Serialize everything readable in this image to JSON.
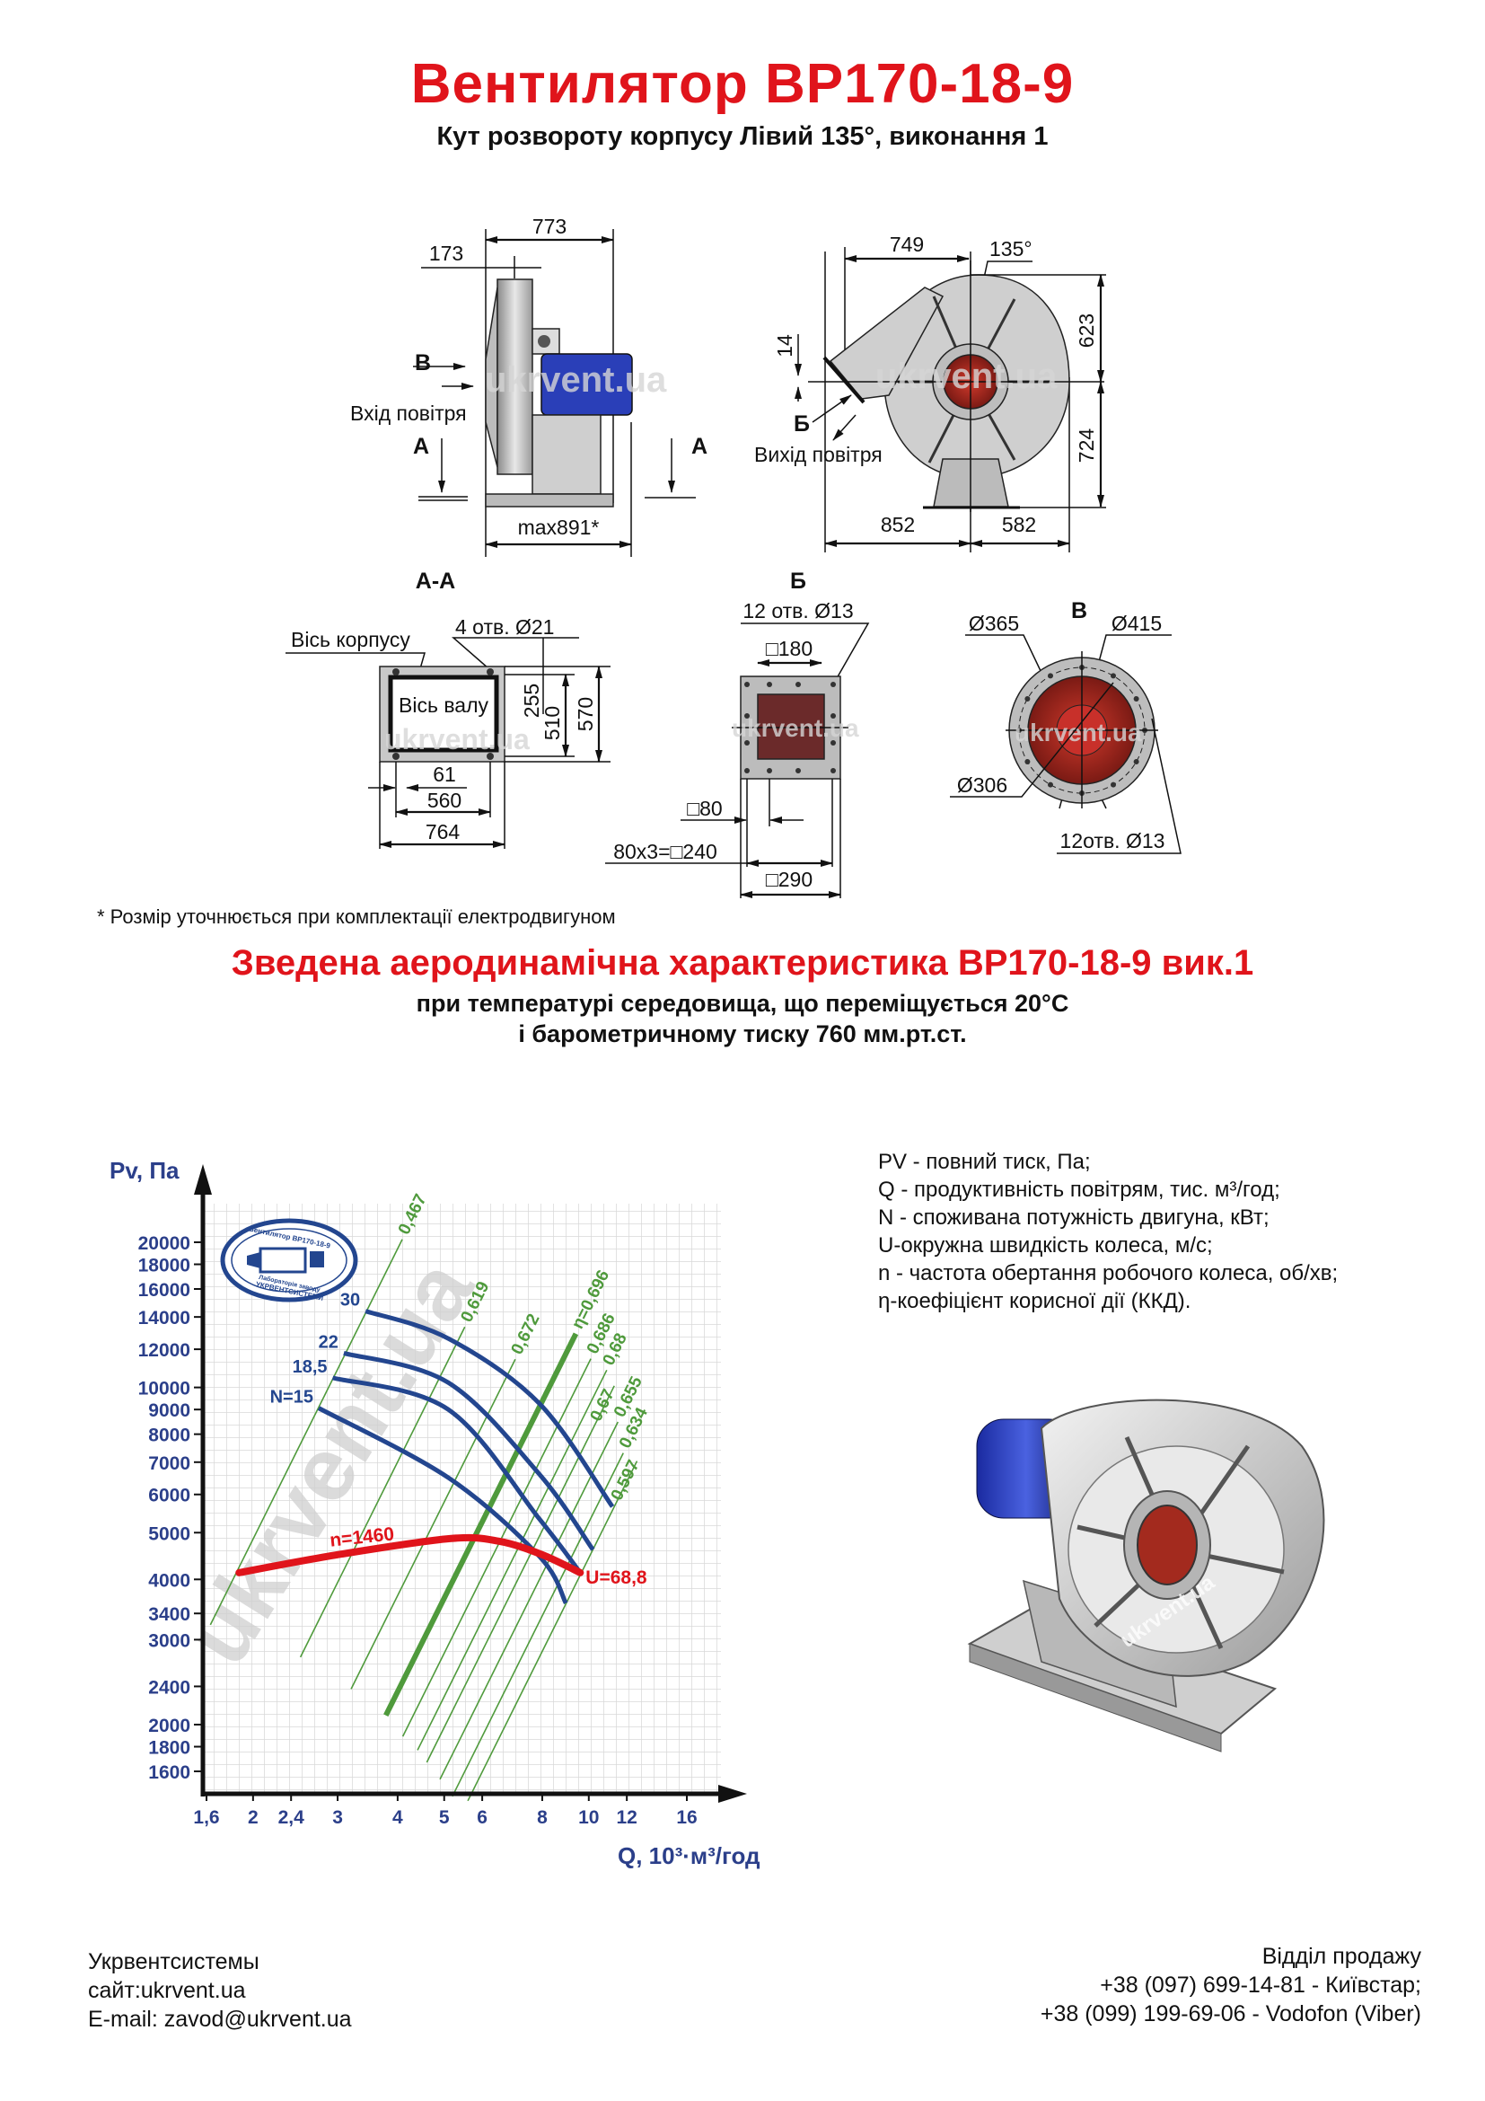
{
  "header": {
    "title": "Вентилятор ВР170-18-9",
    "subtitle": "Кут розвороту корпусу Лівий 135°, виконання 1"
  },
  "drawings": {
    "side_view": {
      "dim_width": "773",
      "dim_inlet": "173",
      "dim_max": "max891*",
      "label_b": "В",
      "air_in": "Вхід повітря",
      "label_a_left": "А",
      "label_a_right": "А",
      "watermark": "ukrvent.ua"
    },
    "front_view": {
      "dim_749": "749",
      "angle": "135°",
      "dim_623": "623",
      "dim_724": "724",
      "dim_14": "14",
      "dim_852": "852",
      "dim_582": "582",
      "label_b_cyr": "Б",
      "air_out": "Вихід повітря",
      "watermark": "ukrvent.ua"
    },
    "section_aa": {
      "title": "А-А",
      "body_axis": "Вісь корпусу",
      "holes": "4 отв.  Ø21",
      "shaft_axis": "Вісь валу",
      "dim_255": "255",
      "dim_510": "510",
      "dim_570": "570",
      "dim_61": "61",
      "dim_560": "560",
      "dim_764": "764",
      "watermark": "ukrvent.ua"
    },
    "flange_b": {
      "title": "Б",
      "holes": "12 отв. Ø13",
      "dim_180": "□180",
      "dim_80": "□80",
      "dim_240": "80x3=□240",
      "dim_290": "□290",
      "watermark": "ukrvent.ua"
    },
    "flange_v": {
      "title": "В",
      "d365": "Ø365",
      "d415": "Ø415",
      "d306": "Ø306",
      "holes": "12отв. Ø13",
      "watermark": "ukrvent.ua"
    }
  },
  "footnote": "* Розмір уточнюється при комплектації електродвигуном",
  "aero": {
    "title": "Зведена аеродинамічна характеристика ВР170-18-9 вик.1",
    "line1": "при температурі середовища, що переміщується 20°С",
    "line2": "і барометричному тиску 760 мм.рт.ст."
  },
  "legend": [
    "PV - повний тиск, Па;",
    "Q - продуктивність повітрям, тис. м³/год;",
    "N - споживана потужність двигуна, кВт;",
    "U-окружна швидкість колеса, м/с;",
    "n - частота обертання робочого колеса, об/хв;",
    "η-коефіцієнт корисної дії (ККД)."
  ],
  "product_image": {
    "watermark": "ukrvent.ua"
  },
  "footer": {
    "company": "Укрвентсистемы",
    "site": "сайт:ukrvent.ua",
    "email": "E-mail: zavod@ukrvent.ua",
    "sales": "Відділ продажу",
    "phone1": "+38 (097) 699-14-81 - Київстар;",
    "phone2": "+38 (099) 199-69-06 - Vodofon (Viber)"
  },
  "colors": {
    "red": "#e0141b",
    "blue": "#23468f",
    "green": "#4f9a3c",
    "axis_text": "#2b3f8a"
  },
  "chart_data": {
    "type": "line",
    "xscale": "log",
    "yscale": "log",
    "xlabel": "Q, 10³·м³/год",
    "ylabel": "Pv, Па",
    "xlim": [
      1.6,
      17
    ],
    "ylim": [
      1500,
      24000
    ],
    "grid": true,
    "xticks": [
      1.6,
      2,
      2.4,
      3,
      4,
      5,
      6,
      8,
      10,
      12,
      16
    ],
    "xtick_labels": [
      "1,6",
      "2",
      "2,4",
      "3",
      "4",
      "5",
      "6",
      "8",
      "10",
      "12",
      "16"
    ],
    "yticks": [
      1600,
      1800,
      2000,
      2400,
      3000,
      3400,
      4000,
      5000,
      6000,
      7000,
      8000,
      9000,
      10000,
      12000,
      14000,
      16000,
      18000,
      20000
    ],
    "ytick_labels": [
      "1600",
      "1800",
      "2000",
      "2400",
      "3000",
      "3400",
      "4000",
      "5000",
      "6000",
      "7000",
      "8000",
      "9000",
      "10000",
      "12000",
      "14000",
      "16000",
      "18000",
      "20000"
    ],
    "pressure_curve": {
      "label": "n=1460",
      "end_label": "U=68,8",
      "points": [
        [
          1.87,
          4130
        ],
        [
          3.0,
          4500
        ],
        [
          5.14,
          4860
        ],
        [
          6.5,
          4800
        ],
        [
          8.0,
          4500
        ],
        [
          9.6,
          4130
        ]
      ]
    },
    "power_curves": [
      {
        "label": "N=15",
        "points": [
          [
            2.74,
            9060
          ],
          [
            5.1,
            6500
          ],
          [
            7.9,
            4460
          ],
          [
            8.96,
            3570
          ]
        ]
      },
      {
        "label": "18,5",
        "points": [
          [
            2.93,
            10470
          ],
          [
            5.1,
            9000
          ],
          [
            7.9,
            5330
          ],
          [
            9.6,
            4130
          ]
        ]
      },
      {
        "label": "22",
        "points": [
          [
            3.09,
            11780
          ],
          [
            5.1,
            10230
          ],
          [
            7.9,
            6600
          ],
          [
            10.2,
            4610
          ]
        ]
      },
      {
        "label": "30",
        "points": [
          [
            3.43,
            14400
          ],
          [
            5.1,
            12630
          ],
          [
            7.9,
            9250
          ],
          [
            11.2,
            5660
          ]
        ]
      }
    ],
    "efficiency_lines": [
      {
        "label": "0,467",
        "q_start": 1.63,
        "p_start": 3220,
        "q_end": 4.09
      },
      {
        "label": "0,619",
        "q_start": 2.51,
        "p_start": 2760,
        "q_end": 5.52
      },
      {
        "label": "0,672",
        "q_start": 3.2,
        "p_start": 2370,
        "q_end": 7.03
      },
      {
        "label": "η=0,696",
        "q_start": 3.78,
        "p_start": 2090,
        "q_end": 9.4,
        "bold": true
      },
      {
        "label": "0,686",
        "q_start": 4.1,
        "p_start": 1890,
        "q_end": 10.1
      },
      {
        "label": "0,68",
        "q_start": 4.4,
        "p_start": 1770,
        "q_end": 10.9
      },
      {
        "label": "0,67",
        "q_start": 4.6,
        "p_start": 1670,
        "q_end": 11.3
      },
      {
        "label": "0,655",
        "q_start": 4.9,
        "p_start": 1540,
        "q_end": 11.5
      },
      {
        "label": "0,634",
        "q_start": 5.2,
        "p_start": 1420,
        "q_end": 11.8
      },
      {
        "label": "0,597",
        "q_start": 5.6,
        "p_start": 1390,
        "q_end": 12.6
      }
    ],
    "stamp": {
      "line1": "Вентилятор ВР170-18-9",
      "line2": "Лабораторія заводу",
      "line3": "УКРВЕНТСИСТЕМИ"
    },
    "watermark": "ukrvent.ua"
  }
}
